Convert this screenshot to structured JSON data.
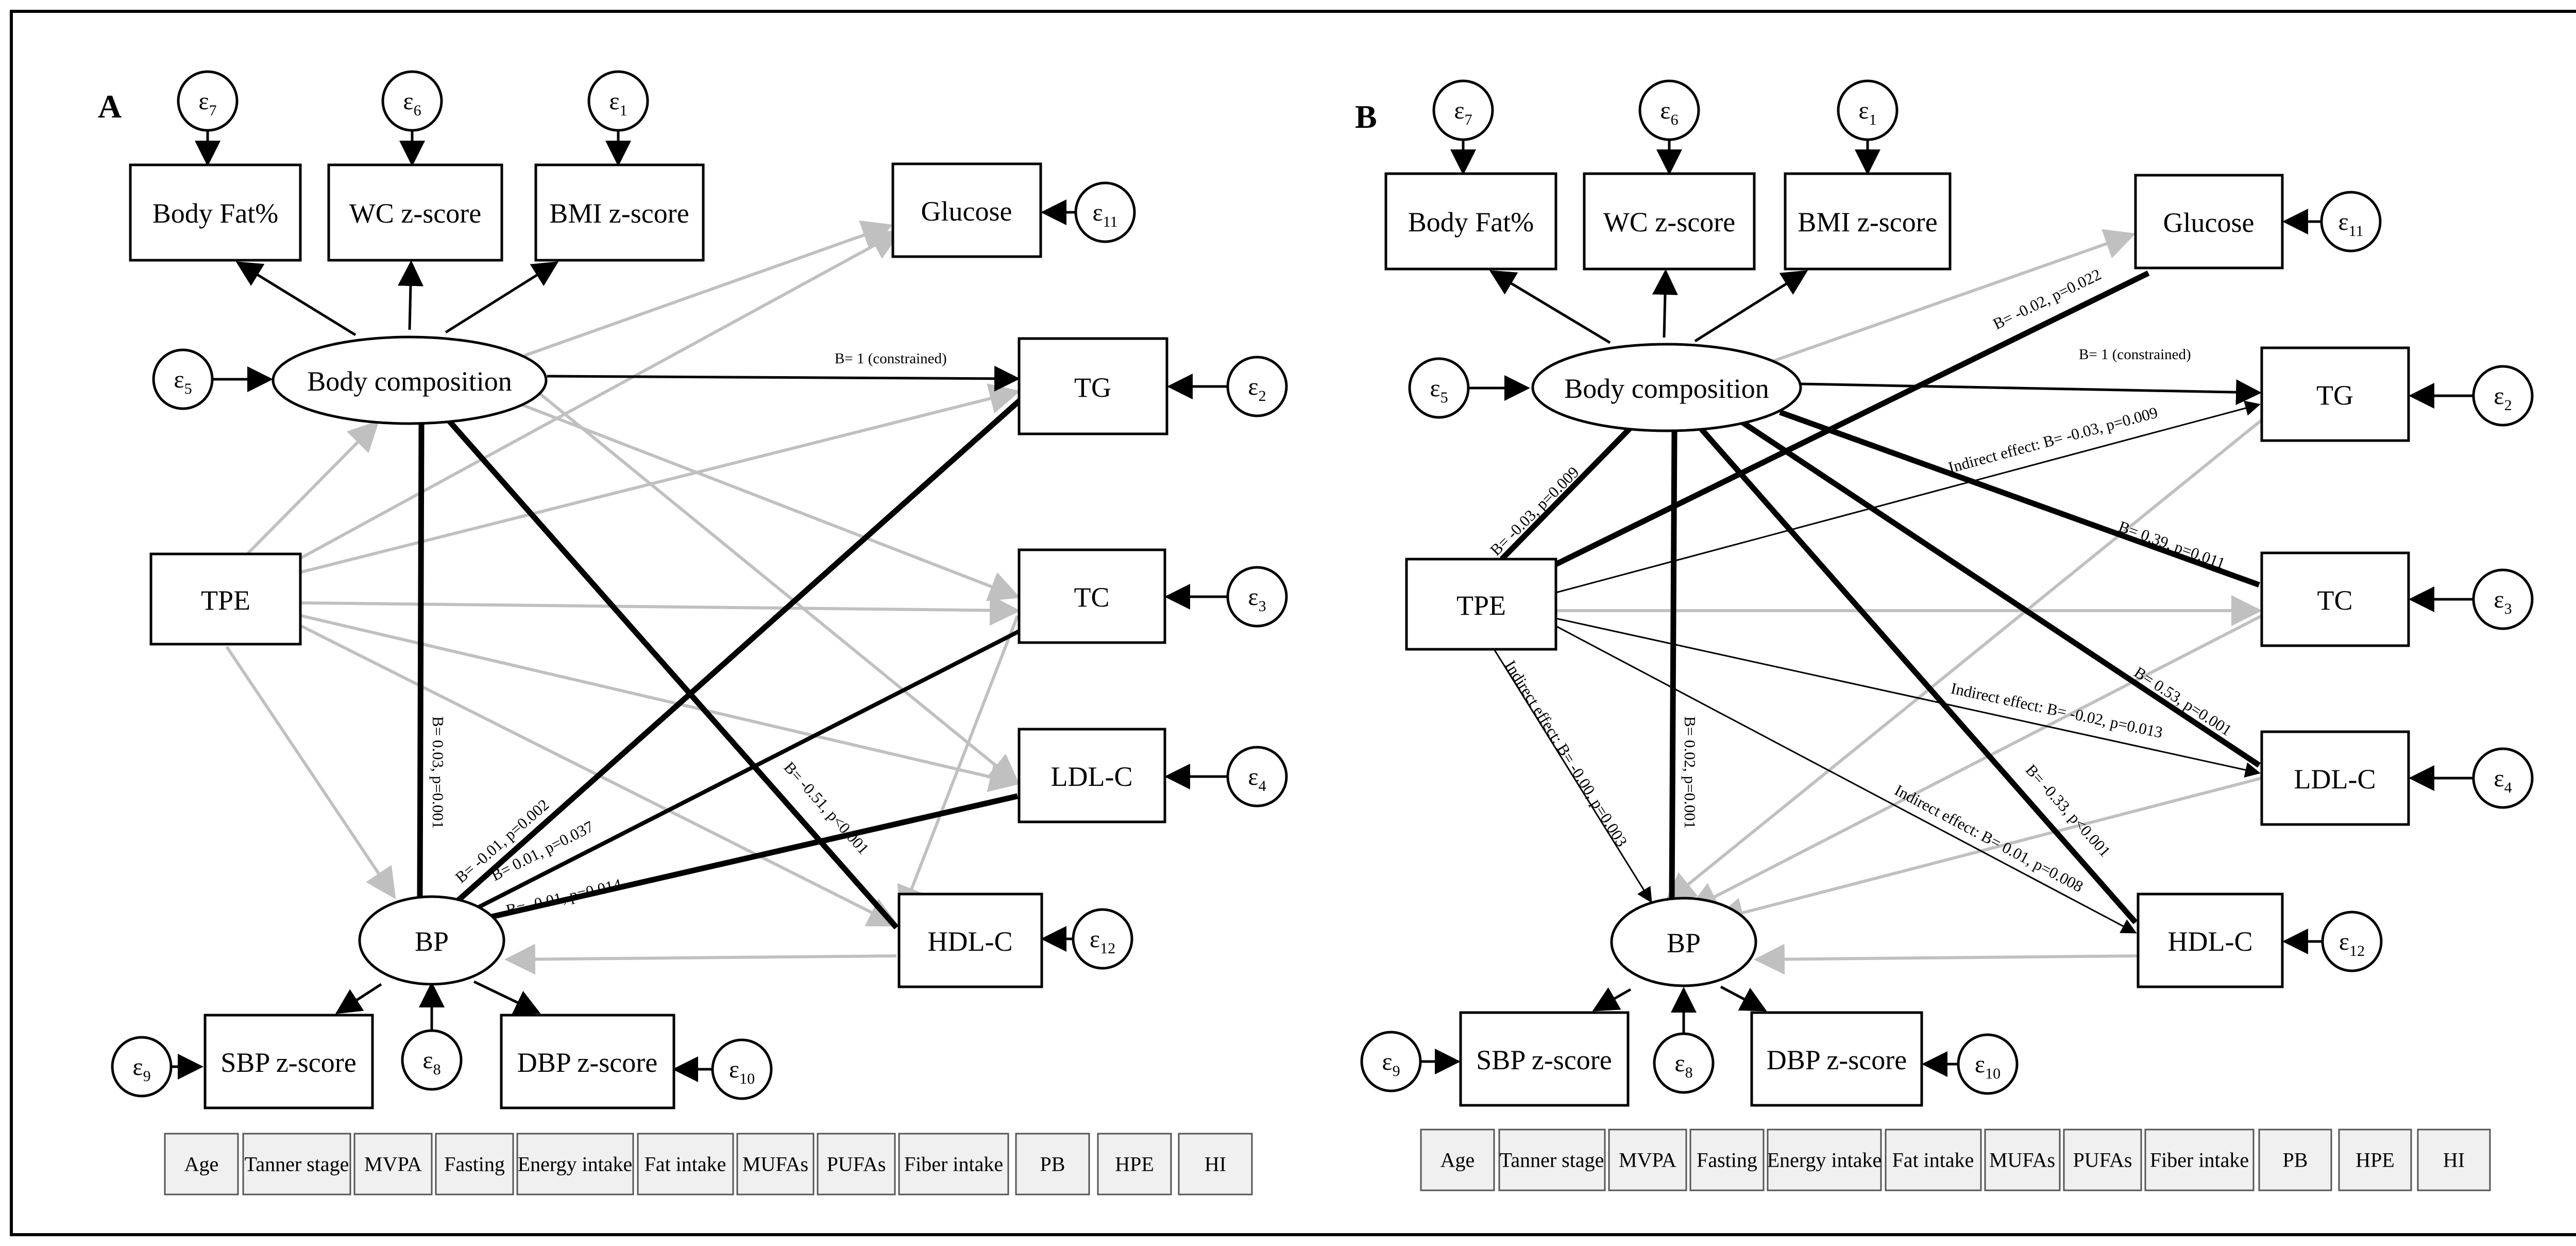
{
  "panels": [
    {
      "letter": "A",
      "nodes": {
        "bodyfat": "Body Fat%",
        "wc": "WC z-score",
        "bmi": "BMI z-score",
        "glucose": "Glucose",
        "bodycomp": "Body composition",
        "tg": "TG",
        "tpe": "TPE",
        "tc": "TC",
        "ldlc": "LDL-C",
        "bp": "BP",
        "hdlc": "HDL-C",
        "sbp": "SBP z-score",
        "dbp": "DBP z-score"
      },
      "errors": {
        "e7": "7",
        "e6": "6",
        "e1": "1",
        "e11": "11",
        "e5": "5",
        "e2": "2",
        "e3": "3",
        "e4": "4",
        "e12": "12",
        "e9": "9",
        "e8": "8",
        "e10": "10"
      },
      "edge_labels": {
        "bc_tg": "B= 1 (constrained)",
        "bc_bp": "B= 0.03, p=0.001",
        "tg_bp": "B= -0.01, p=0.002",
        "tc_bp": "B=  0.01, p=0.037",
        "ldl_bp": "B= -0.01, p=0.014",
        "bc_hdl": "B= -0.51, p<0.001"
      },
      "covariates": [
        "Age",
        "Tanner stage",
        "MVPA",
        "Fasting",
        "Energy intake",
        "Fat intake",
        "MUFAs",
        "PUFAs",
        "Fiber intake",
        "PB",
        "HPE",
        "HI"
      ]
    },
    {
      "letter": "B",
      "nodes": {
        "bodyfat": "Body Fat%",
        "wc": "WC z-score",
        "bmi": "BMI z-score",
        "glucose": "Glucose",
        "bodycomp": "Body composition",
        "tg": "TG",
        "tpe": "TPE",
        "tc": "TC",
        "ldlc": "LDL-C",
        "bp": "BP",
        "hdlc": "HDL-C",
        "sbp": "SBP z-score",
        "dbp": "DBP z-score"
      },
      "errors": {
        "e7": "7",
        "e6": "6",
        "e1": "1",
        "e11": "11",
        "e5": "5",
        "e2": "2",
        "e3": "3",
        "e4": "4",
        "e12": "12",
        "e9": "9",
        "e8": "8",
        "e10": "10"
      },
      "edge_labels": {
        "tpe_glu": "B= -0.02, p=0.022",
        "bc_tg": "B= 1 (constrained)",
        "tpe_bc": "B= -0.03, p=0.009",
        "ind_tg": "Indirect effect: B= -0.03, p=0.009",
        "bc_tc": "B= 0.39, p=0.011",
        "bc_ldl": "B= 0.53, p=0.001",
        "ind_ldl": "Indirect effect: B= -0.02, p=0.013",
        "bc_hdl": "B= -0.33, p<0.001",
        "ind_hdl": "Indirect effect: B= 0.01, p=0.008",
        "ind_bp": "Indirect effect: B= -0.00, p=0.003",
        "bc_bp": "B= 0.02, p=0.001"
      },
      "covariates": [
        "Age",
        "Tanner stage",
        "MVPA",
        "Fasting",
        "Energy intake",
        "Fat intake",
        "MUFAs",
        "PUFAs",
        "Fiber intake",
        "PB",
        "HPE",
        "HI"
      ]
    }
  ],
  "colors": {
    "path": "#000000",
    "nonsignificant_path": "#c0c0c0",
    "covariate_fill": "#f0f0f0",
    "covariate_border": "#555555"
  }
}
